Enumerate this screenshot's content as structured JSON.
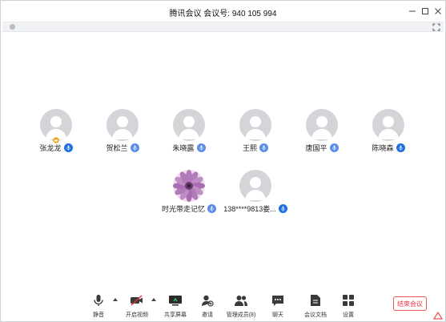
{
  "window": {
    "title": "腾讯会议  会议号: 940 105 994",
    "controls": [
      "minimize",
      "maximize",
      "close"
    ]
  },
  "participants_row1": [
    {
      "name": "张龙龙",
      "host": true,
      "mic": "speaking"
    },
    {
      "name": "贺松兰",
      "host": false,
      "mic": "on"
    },
    {
      "name": "朱晓露",
      "host": false,
      "mic": "on"
    },
    {
      "name": "王熙",
      "host": false,
      "mic": "on"
    },
    {
      "name": "唐国平",
      "host": false,
      "mic": "on"
    },
    {
      "name": "陈晓森",
      "host": false,
      "mic": "speaking"
    }
  ],
  "participants_row2": [
    {
      "name": "时光带走记忆",
      "host": false,
      "mic": "on",
      "avatar": "flower"
    },
    {
      "name": "138****9813娄...",
      "host": false,
      "mic": "speaking"
    }
  ],
  "toolbar": {
    "mute": "静音",
    "video": "开启视频",
    "share": "共享屏幕",
    "invite": "邀请",
    "members": "管理成员(8)",
    "chat": "聊天",
    "docs": "会议文档",
    "settings": "设置",
    "end": "结束会议"
  },
  "colors": {
    "accent": "#1e6fe0",
    "end_button": "#e34444",
    "avatar_bg": "#d3d5d9"
  }
}
